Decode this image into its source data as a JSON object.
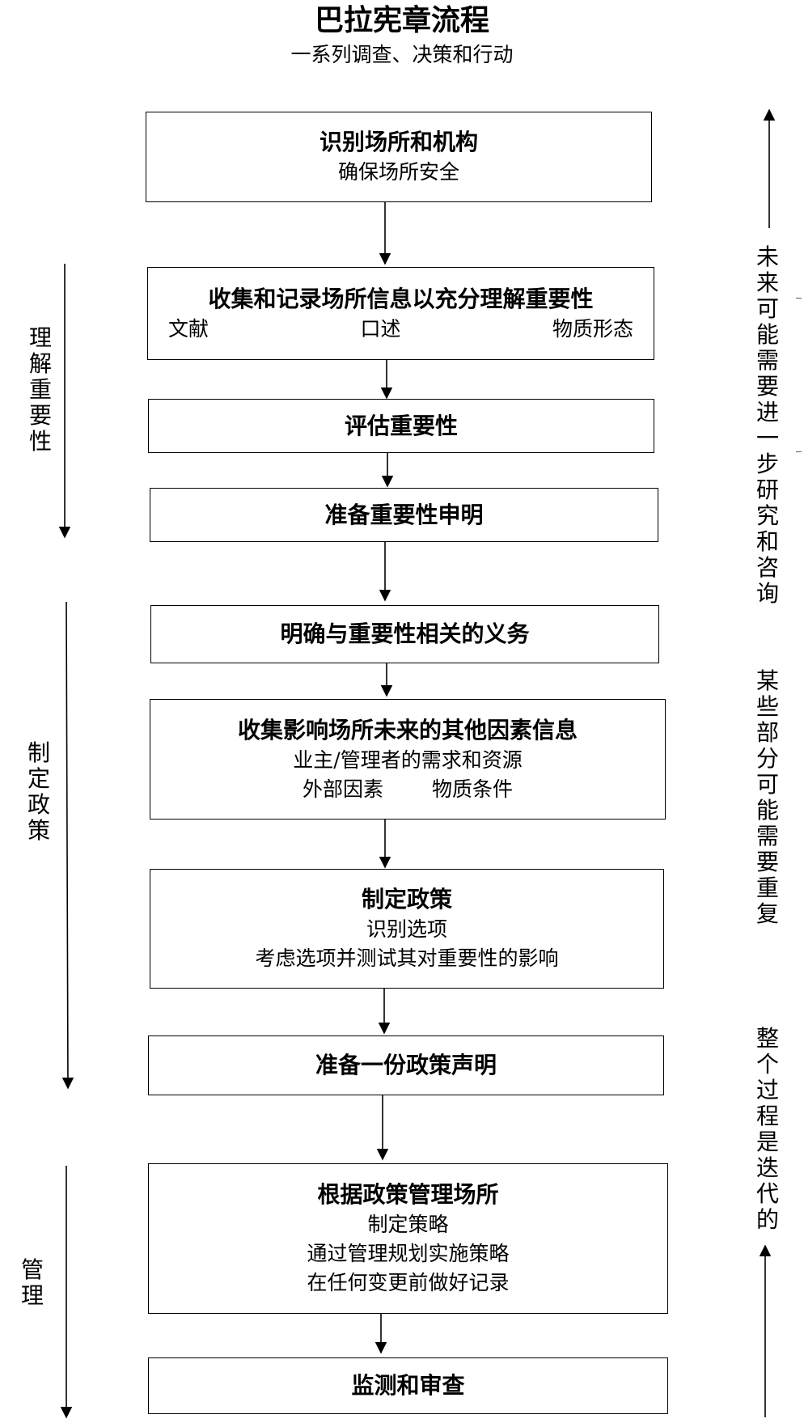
{
  "header": {
    "title": "巴拉宪章流程",
    "subtitle": "一系列调查、决策和行动"
  },
  "steps": [
    {
      "head": "识别场所和机构",
      "lines": [
        "确保场所安全"
      ]
    },
    {
      "head": "收集和记录场所信息以充分理解重要性",
      "cols": [
        "文献",
        "口述",
        "物质形态"
      ]
    },
    {
      "head": "评估重要性"
    },
    {
      "head": "准备重要性申明"
    },
    {
      "head": "明确与重要性相关的义务"
    },
    {
      "head": "收集影响场所未来的其他因素信息",
      "lines": [
        "业主/管理者的需求和资源"
      ],
      "pair": [
        "外部因素",
        "物质条件"
      ]
    },
    {
      "head": "制定政策",
      "lines": [
        "识别选项",
        "考虑选项并测试其对重要性的影响"
      ]
    },
    {
      "head": "准备一份政策声明"
    },
    {
      "head": "根据政策管理场所",
      "lines": [
        "制定策略",
        "通过管理规划实施策略",
        "在任何变更前做好记录"
      ]
    },
    {
      "head": "监测和审查"
    }
  ],
  "phases": [
    {
      "label": "理解重要性"
    },
    {
      "label": "制定政策"
    },
    {
      "label": "管理"
    }
  ],
  "side_notes": [
    {
      "label": "未来可能需要进一步研究和咨询"
    },
    {
      "label": "某些部分可能需要重复"
    },
    {
      "label": "整个过程是迭代的"
    }
  ]
}
